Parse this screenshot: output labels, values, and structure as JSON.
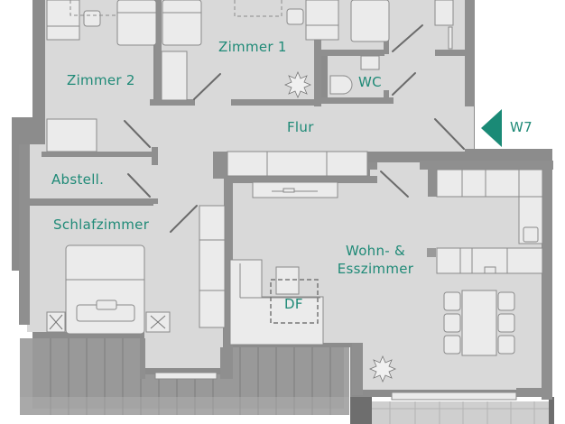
{
  "colors": {
    "accent": "#1a8a76",
    "floor": "#d9d9d9",
    "wall_dark": "#8c8c8c",
    "wall_mid": "#a6a6a6",
    "furniture": "#ebebeb",
    "furniture_line": "#8a8a8a",
    "terrace": "#9b9b9b",
    "background": "#ffffff"
  },
  "rooms": [
    {
      "id": "zimmer-1",
      "label": "Zimmer 1"
    },
    {
      "id": "zimmer-2",
      "label": "Zimmer 2"
    },
    {
      "id": "wc",
      "label": "WC"
    },
    {
      "id": "flur",
      "label": "Flur"
    },
    {
      "id": "abstell",
      "label": "Abstell."
    },
    {
      "id": "schlafzimmer",
      "label": "Schlafzimmer"
    },
    {
      "id": "wohn-esszimmer",
      "label_line1": "Wohn- &",
      "label_line2": "Esszimmer"
    },
    {
      "id": "dachfenster",
      "label": "DF"
    }
  ],
  "entrance": {
    "label": "W7",
    "icon": "triangle-left-icon"
  }
}
